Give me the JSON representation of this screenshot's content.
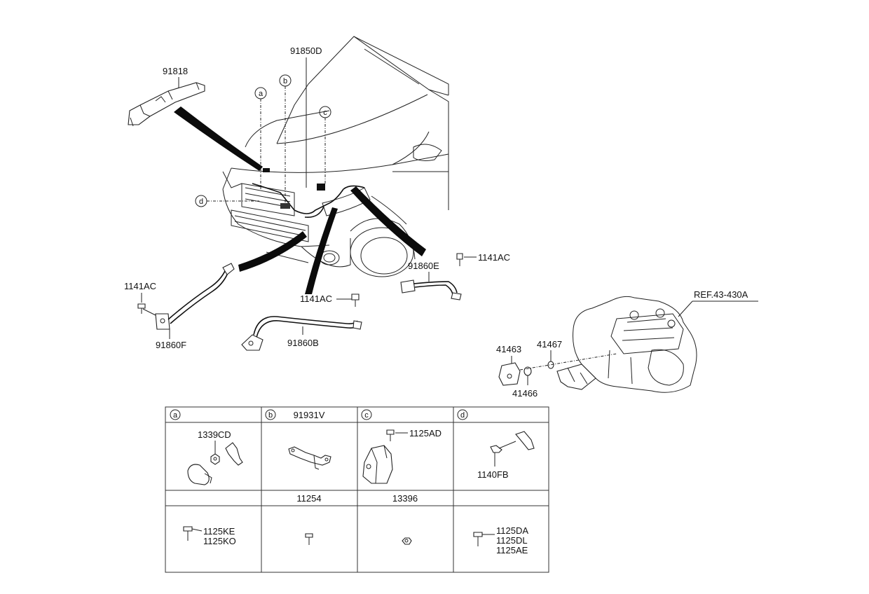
{
  "diagram": {
    "labels": {
      "p91818": "91818",
      "p91850D": "91850D",
      "p1141AC_a": "1141AC",
      "p1141AC_b": "1141AC",
      "p1141AC_c": "1141AC",
      "p91860E": "91860E",
      "p91860F": "91860F",
      "p91860B": "91860B",
      "pREF": "REF.43-430A",
      "p41463": "41463",
      "p41467": "41467",
      "p41466": "41466"
    },
    "callouts": {
      "a": "a",
      "b": "b",
      "c": "c",
      "d": "d"
    }
  },
  "table": {
    "headers": {
      "a_letter": "a",
      "b_letter": "b",
      "b_text": "91931V",
      "c_letter": "c",
      "d_letter": "d"
    },
    "row1": {
      "a_part": "1339CD",
      "c_part": "1125AD",
      "d_part": "1140FB"
    },
    "subheaders": {
      "b": "11254",
      "c": "13396"
    },
    "row2": {
      "a_line1": "1125KE",
      "a_line2": "1125KO",
      "d_line1": "1125DA",
      "d_line2": "1125DL",
      "d_line3": "1125AE"
    }
  }
}
